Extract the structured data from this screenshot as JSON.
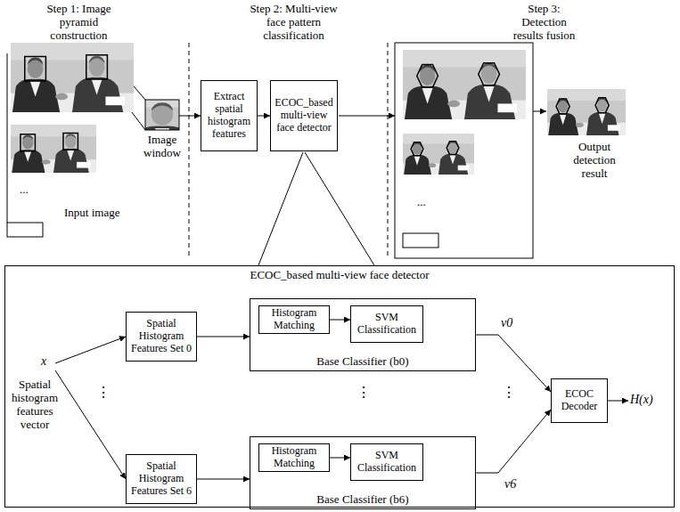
{
  "diagram": {
    "nodes": [
      {
        "text": [
          "Extract spatial histogram features"
        ]
      },
      {
        "text": [
          "ECOC_based multi-view face detector"
        ]
      },
      {
        "text": [
          "ECOC_based multi-view face detector"
        ]
      },
      {
        "text": [
          "Spatial Histogram Features Set 0"
        ],
        "in": 2
      },
      {
        "text": [
          "Base Classifier (b0)"
        ],
        "in": 2
      },
      {
        "text": [
          "Histogram Matching"
        ],
        "in": 4
      },
      {
        "text": [
          "SVM Classification"
        ],
        "in": 4
      },
      {
        "text": [
          "Spatial Histogram Features Set 6"
        ],
        "in": 2
      },
      {
        "text": [
          "Base Classifier (b6)"
        ],
        "in": 2
      },
      {
        "text": [
          "Histogram Matching"
        ],
        "in": 8
      },
      {
        "text": [
          "SVM Classification"
        ],
        "in": 8
      },
      {
        "text": [
          "ECOC Decoder"
        ],
        "in": 2
      }
    ],
    "edges": [
      {
        "from": 0,
        "to": 1,
        "arrow": "to"
      },
      {
        "from": 3,
        "to": 4,
        "arrow": "to"
      },
      {
        "from": 5,
        "to": 6,
        "arrow": "to"
      },
      {
        "from": 7,
        "to": 8,
        "arrow": "to"
      },
      {
        "from": 9,
        "to": 10,
        "arrow": "to"
      },
      {
        "from": 4,
        "to": 11,
        "label": "v0",
        "arrow": "to"
      },
      {
        "from": 8,
        "to": 11,
        "label": "v6",
        "arrow": "to"
      }
    ],
    "labels": [
      "Step 1: Image pyramid construction",
      "Step 2: Multi-view face pattern classification",
      "Step 3: Detection results fusion",
      "Image window",
      "Input image",
      "...",
      "...",
      "Output detection result",
      "x",
      "Spatial histogram features vector",
      "⋮",
      "⋮",
      "⋮",
      "H(x)"
    ]
  }
}
